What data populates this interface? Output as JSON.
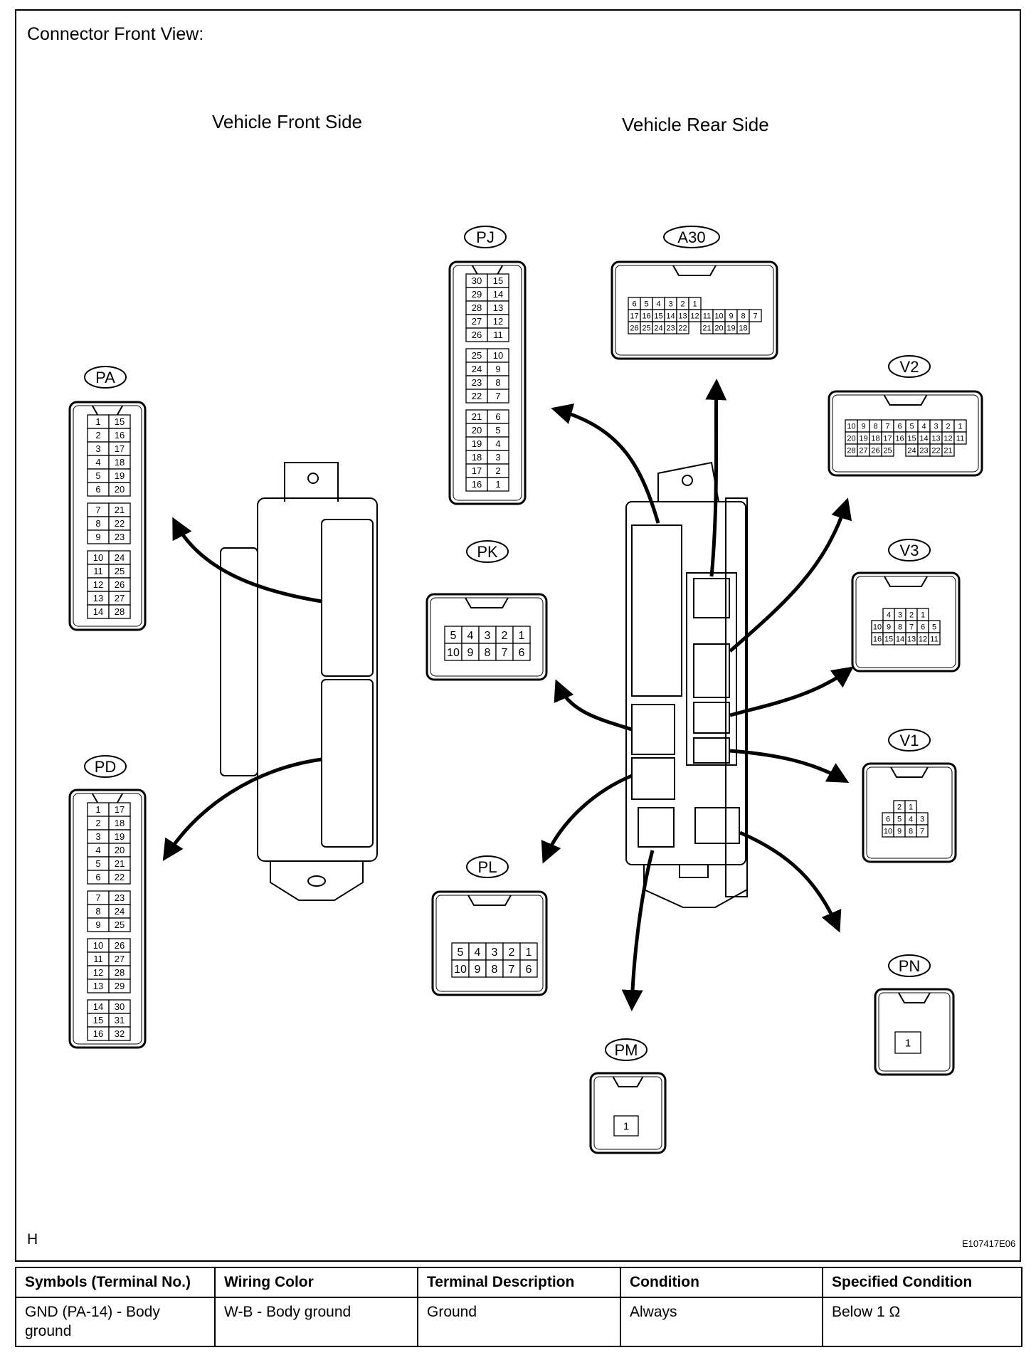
{
  "diagram": {
    "title": "Connector Front View:",
    "front_side_label": "Vehicle Front Side",
    "rear_side_label": "Vehicle Rear Side",
    "region_mark": "H",
    "figure_code": "E107417E06",
    "connectors": {
      "PA": {
        "name": "PA",
        "rows": [
          [
            "1",
            "15"
          ],
          [
            "2",
            "16"
          ],
          [
            "3",
            "17"
          ],
          [
            "4",
            "18"
          ],
          [
            "5",
            "19"
          ],
          [
            "6",
            "20"
          ],
          [
            "7",
            "21"
          ],
          [
            "8",
            "22"
          ],
          [
            "9",
            "23"
          ],
          [
            "10",
            "24"
          ],
          [
            "11",
            "25"
          ],
          [
            "12",
            "26"
          ],
          [
            "13",
            "27"
          ],
          [
            "14",
            "28"
          ]
        ]
      },
      "PD": {
        "name": "PD",
        "rows": [
          [
            "1",
            "17"
          ],
          [
            "2",
            "18"
          ],
          [
            "3",
            "19"
          ],
          [
            "4",
            "20"
          ],
          [
            "5",
            "21"
          ],
          [
            "6",
            "22"
          ],
          [
            "7",
            "23"
          ],
          [
            "8",
            "24"
          ],
          [
            "9",
            "25"
          ],
          [
            "10",
            "26"
          ],
          [
            "11",
            "27"
          ],
          [
            "12",
            "28"
          ],
          [
            "13",
            "29"
          ],
          [
            "14",
            "30"
          ],
          [
            "15",
            "31"
          ],
          [
            "16",
            "32"
          ]
        ]
      },
      "PJ": {
        "name": "PJ",
        "rows": [
          [
            "30",
            "15"
          ],
          [
            "29",
            "14"
          ],
          [
            "28",
            "13"
          ],
          [
            "27",
            "12"
          ],
          [
            "26",
            "11"
          ],
          [
            "25",
            "10"
          ],
          [
            "24",
            "9"
          ],
          [
            "23",
            "8"
          ],
          [
            "22",
            "7"
          ],
          [
            "21",
            "6"
          ],
          [
            "20",
            "5"
          ],
          [
            "19",
            "4"
          ],
          [
            "18",
            "3"
          ],
          [
            "17",
            "2"
          ],
          [
            "16",
            "1"
          ]
        ]
      },
      "A30": {
        "name": "A30",
        "rows": [
          [
            "6",
            "5",
            "4",
            "3",
            "2",
            "1"
          ],
          [
            "17",
            "16",
            "15",
            "14",
            "13",
            "12",
            "11",
            "10",
            "9",
            "8",
            "7"
          ],
          [
            "26",
            "25",
            "24",
            "23",
            "22",
            "",
            "21",
            "20",
            "19",
            "18"
          ]
        ]
      },
      "V2": {
        "name": "V2",
        "rows": [
          [
            "10",
            "9",
            "8",
            "7",
            "6",
            "5",
            "4",
            "3",
            "2",
            "1"
          ],
          [
            "20",
            "19",
            "18",
            "17",
            "16",
            "15",
            "14",
            "13",
            "12",
            "11"
          ],
          [
            "28",
            "27",
            "26",
            "25",
            "",
            "24",
            "23",
            "22",
            "21"
          ]
        ]
      },
      "V3": {
        "name": "V3",
        "rows": [
          [
            "4",
            "3",
            "2",
            "1"
          ],
          [
            "10",
            "9",
            "8",
            "7",
            "6",
            "5"
          ],
          [
            "16",
            "15",
            "14",
            "13",
            "12",
            "11"
          ]
        ]
      },
      "V1": {
        "name": "V1",
        "rows": [
          [
            "2",
            "1"
          ],
          [
            "6",
            "5",
            "4",
            "3"
          ],
          [
            "10",
            "9",
            "8",
            "7"
          ]
        ]
      },
      "PK": {
        "name": "PK",
        "rows": [
          [
            "5",
            "4",
            "3",
            "2",
            "1"
          ],
          [
            "10",
            "9",
            "8",
            "7",
            "6"
          ]
        ]
      },
      "PL": {
        "name": "PL",
        "rows": [
          [
            "5",
            "4",
            "3",
            "2",
            "1"
          ],
          [
            "10",
            "9",
            "8",
            "7",
            "6"
          ]
        ]
      },
      "PM": {
        "name": "PM",
        "rows": [
          [
            "1"
          ]
        ]
      },
      "PN": {
        "name": "PN",
        "rows": [
          [
            "1"
          ]
        ]
      }
    }
  },
  "table": {
    "headers": [
      "Symbols (Terminal No.)",
      "Wiring Color",
      "Terminal Description",
      "Condition",
      "Specified Condition"
    ],
    "rows": [
      [
        "GND (PA-14) - Body ground",
        "W-B - Body ground",
        "Ground",
        "Always",
        "Below 1 Ω"
      ]
    ]
  }
}
